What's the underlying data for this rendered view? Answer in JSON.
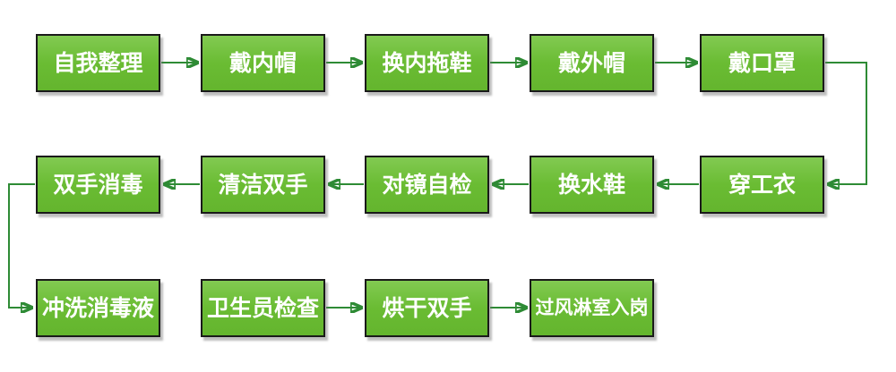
{
  "flowchart": {
    "description": "Hygiene gowning procedure flowchart",
    "colors": {
      "node_fill": "#6abc33",
      "node_fill_highlight": "#82ca52",
      "node_border": "#1a1a1a",
      "arrow": "#2e8b35",
      "text": "#ffffff",
      "background": "#ffffff"
    },
    "nodes": [
      {
        "id": "self-tidy",
        "label": "自我整理"
      },
      {
        "id": "wear-inner-cap",
        "label": "戴内帽"
      },
      {
        "id": "change-inner-slippers",
        "label": "换内拖鞋"
      },
      {
        "id": "wear-outer-cap",
        "label": "戴外帽"
      },
      {
        "id": "wear-mask",
        "label": "戴口罩"
      },
      {
        "id": "disinfect-hands",
        "label": "双手消毒"
      },
      {
        "id": "clean-hands",
        "label": "清洁双手"
      },
      {
        "id": "mirror-self-check",
        "label": "对镜自检"
      },
      {
        "id": "change-water-boots",
        "label": "换水鞋"
      },
      {
        "id": "wear-work-clothes",
        "label": "穿工衣"
      },
      {
        "id": "rinse-disinfectant",
        "label": "冲洗消毒液"
      },
      {
        "id": "hygienist-inspection",
        "label": "卫生员检查"
      },
      {
        "id": "dry-hands",
        "label": "烘干双手"
      },
      {
        "id": "air-shower-to-post",
        "label": "过风淋室入岗"
      }
    ],
    "edges": [
      {
        "from": "自我整理",
        "to": "戴内帽"
      },
      {
        "from": "戴内帽",
        "to": "换内拖鞋"
      },
      {
        "from": "换内拖鞋",
        "to": "戴外帽"
      },
      {
        "from": "戴外帽",
        "to": "戴口罩"
      },
      {
        "from": "戴口罩",
        "to": "穿工衣"
      },
      {
        "from": "穿工衣",
        "to": "换水鞋"
      },
      {
        "from": "换水鞋",
        "to": "对镜自检"
      },
      {
        "from": "对镜自检",
        "to": "清洁双手"
      },
      {
        "from": "清洁双手",
        "to": "双手消毒"
      },
      {
        "from": "双手消毒",
        "to": "冲洗消毒液"
      },
      {
        "from": "卫生员检查",
        "to": "烘干双手"
      },
      {
        "from": "烘干双手",
        "to": "过风淋室入岗"
      }
    ]
  }
}
